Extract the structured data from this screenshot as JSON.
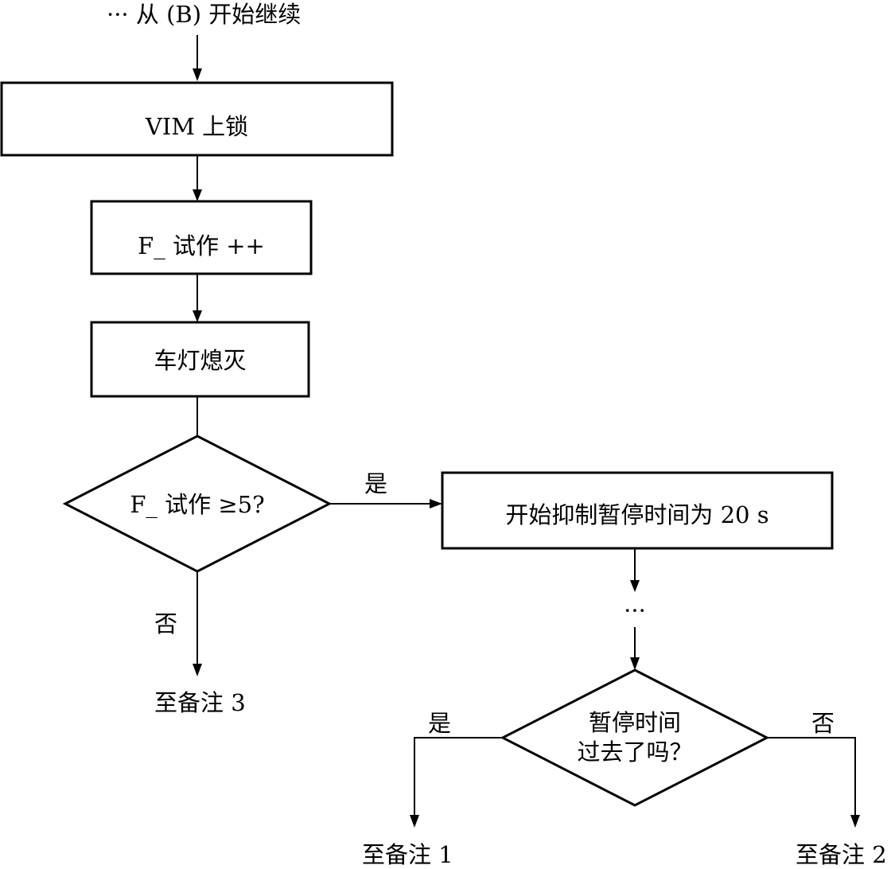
{
  "diagram": {
    "start_label": "··· 从 (B) 开始继续",
    "boxes": {
      "vim_lock": "VIM 上锁",
      "f_trial_increment": "F_ 试作 ++",
      "lights_off": "车灯熄灭",
      "inhibit_pause": "开始抑制暂停时间为 20 s"
    },
    "decisions": {
      "f_trial_check": "F_ 试作 ≥5?",
      "pause_elapsed_line1": "暂停时间",
      "pause_elapsed_line2": "过去了吗？"
    },
    "branch_labels": {
      "yes_1": "是",
      "no_1": "否",
      "yes_2": "是",
      "no_2": "否"
    },
    "ellipsis": "···",
    "targets": {
      "note_3": "至备注 3",
      "note_1": "至备注 1",
      "note_2": "至备注 2"
    }
  }
}
